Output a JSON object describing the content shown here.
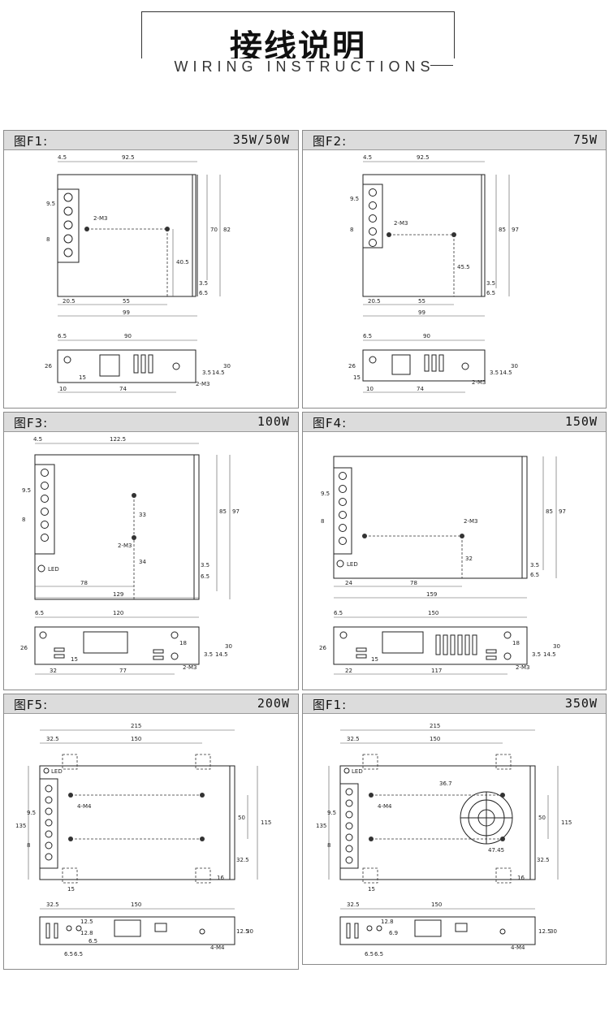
{
  "header": {
    "title_cn": "接线说明",
    "title_en": "WIRING INSTRUCTIONS"
  },
  "panels": [
    {
      "label": "图F1:",
      "power": "35W/50W",
      "dims": [
        "4.5",
        "92.5",
        "9.5",
        "8",
        "2-M3",
        "40.5",
        "70",
        "82",
        "3.5",
        "6.5",
        "20.5",
        "55",
        "99",
        "6.5",
        "90",
        "26",
        "15",
        "3.5",
        "14.5",
        "30",
        "10",
        "74",
        "2-M3"
      ]
    },
    {
      "label": "图F2:",
      "power": "75W",
      "dims": [
        "4.5",
        "92.5",
        "9.5",
        "8",
        "2-M3",
        "45.5",
        "85",
        "97",
        "3.5",
        "6.5",
        "20.5",
        "55",
        "99",
        "6.5",
        "90",
        "26",
        "15",
        "3.5",
        "14.5",
        "30",
        "10",
        "74",
        "2-M3"
      ]
    },
    {
      "label": "图F3:",
      "power": "100W",
      "dims": [
        "4.5",
        "122.5",
        "9.5",
        "8",
        "33",
        "2-M3",
        "34",
        "85",
        "97",
        "3.5",
        "6.5",
        "78",
        "129",
        "6.5",
        "120",
        "26",
        "15",
        "18",
        "3.5",
        "14.5",
        "30",
        "32",
        "77",
        "2-M3",
        "LED"
      ]
    },
    {
      "label": "图F4:",
      "power": "150W",
      "dims": [
        "9.5",
        "8",
        "2-M3",
        "32",
        "85",
        "97",
        "3.5",
        "6.5",
        "24",
        "78",
        "159",
        "6.5",
        "150",
        "26",
        "15",
        "18",
        "3.5",
        "14.5",
        "30",
        "22",
        "117",
        "2-M3",
        "LED"
      ]
    },
    {
      "label": "图F5:",
      "power": "200W",
      "dims": [
        "215",
        "32.5",
        "150",
        "4-M4",
        "9.5",
        "8",
        "135",
        "50",
        "115",
        "32.5",
        "15",
        "16",
        "LED",
        "32.5",
        "150",
        "12.5",
        "12.8",
        "6.5",
        "4-M4",
        "6.5",
        "6.5",
        "12.5",
        "30"
      ]
    },
    {
      "label": "图F1:",
      "power": "350W",
      "dims": [
        "215",
        "32.5",
        "150",
        "36.7",
        "4-M4",
        "47.45",
        "9.5",
        "8",
        "135",
        "50",
        "115",
        "32.5",
        "15",
        "16",
        "LED",
        "32.5",
        "150",
        "12.8",
        "6.9",
        "12.5",
        "30",
        "4-M4",
        "6.5",
        "6.5"
      ]
    }
  ]
}
